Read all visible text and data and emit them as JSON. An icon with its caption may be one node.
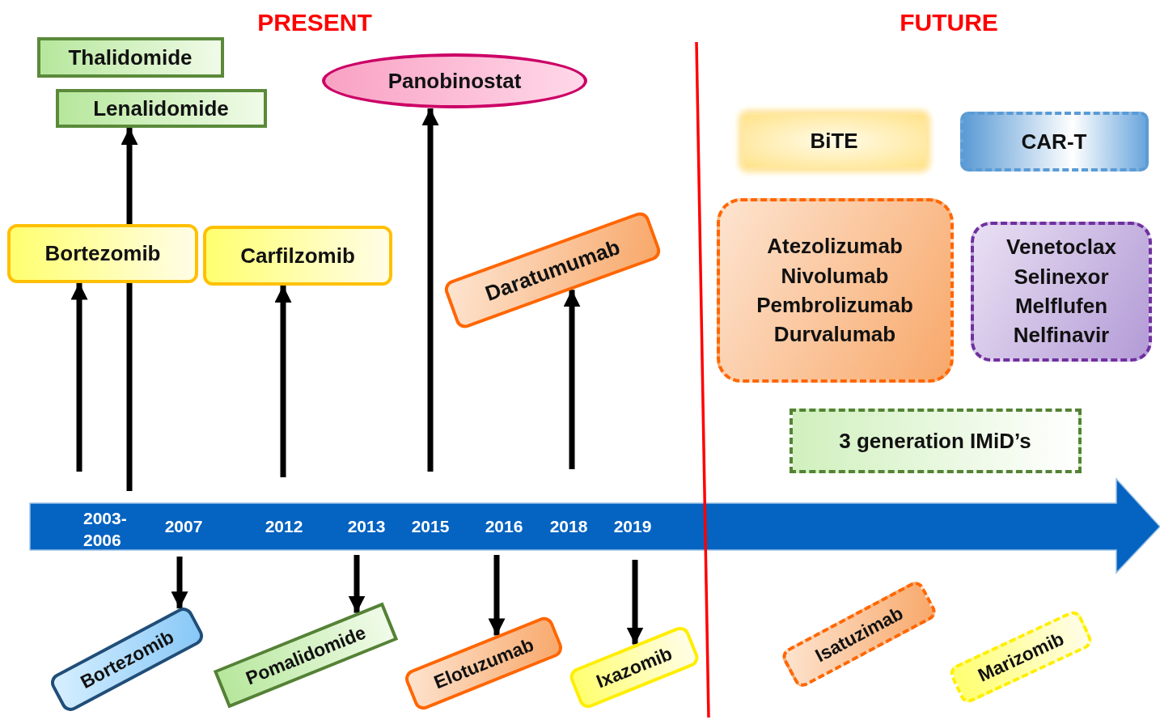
{
  "diagram": {
    "nodes": [
      {
        "text": [
          "Thalidomide"
        ]
      },
      {
        "text": [
          "Lenalidomide"
        ]
      },
      {
        "text": [
          "Panobinostat"
        ]
      },
      {
        "text": [
          "Bortezomib"
        ]
      },
      {
        "text": [
          "Carfilzomib"
        ]
      },
      {
        "text": [
          "Daratumumab"
        ]
      },
      {
        "text": [
          "BiTE"
        ]
      },
      {
        "text": [
          "CAR-T"
        ]
      },
      {
        "text": [
          "Atezolizumab",
          "Nivolumab",
          "Pembrolizumab",
          "Durvalumab"
        ]
      },
      {
        "text": [
          "Venetoclax",
          "Selinexor",
          "Melflufen",
          "Nelfinavir"
        ]
      },
      {
        "text": [
          "3 generation IMiD’s"
        ]
      },
      {
        "text": [
          "Bortezomib"
        ]
      },
      {
        "text": [
          "Pomalidomide"
        ]
      },
      {
        "text": [
          "Elotuzumab"
        ]
      },
      {
        "text": [
          "Ixazomib"
        ]
      },
      {
        "text": [
          "Isatuzimab"
        ]
      },
      {
        "text": [
          "Marizomib"
        ]
      }
    ],
    "edges": [
      {
        "from": null,
        "to": 3,
        "arrow": "to"
      },
      {
        "from": null,
        "to": 1,
        "arrow": "to"
      },
      {
        "from": null,
        "to": 4,
        "arrow": "to"
      },
      {
        "from": null,
        "to": 2,
        "arrow": "to"
      },
      {
        "from": null,
        "to": 5,
        "arrow": "to"
      },
      {
        "from": null,
        "to": 11,
        "arrow": "to"
      },
      {
        "from": null,
        "to": 12,
        "arrow": "to"
      },
      {
        "from": null,
        "to": 13,
        "arrow": "to"
      },
      {
        "from": null,
        "to": 14,
        "arrow": "to"
      }
    ],
    "labels": [
      "PRESENT",
      "FUTURE",
      "2003-2006",
      "2007",
      "2012",
      "2013",
      "2015",
      "2016",
      "2018",
      "2019"
    ]
  }
}
